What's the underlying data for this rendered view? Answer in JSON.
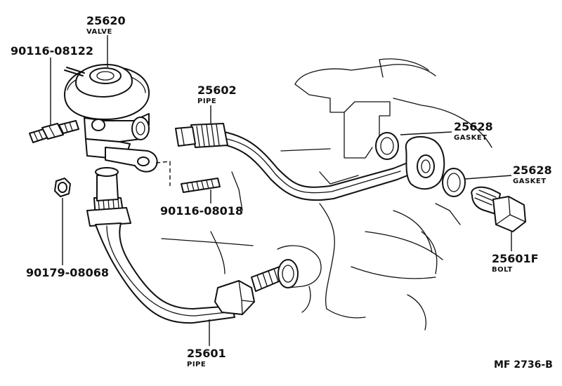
{
  "parts": [
    {
      "id": "valve",
      "number": "25620",
      "name": "VALVE"
    },
    {
      "id": "bolt-upper",
      "number": "90116-08122",
      "name": ""
    },
    {
      "id": "pipe-upper",
      "number": "25602",
      "name": "PIPE"
    },
    {
      "id": "gasket-inner",
      "number": "25628",
      "name": "GASKET"
    },
    {
      "id": "gasket-outer",
      "number": "25628",
      "name": "GASKET"
    },
    {
      "id": "stud",
      "number": "90116-08018",
      "name": ""
    },
    {
      "id": "nut",
      "number": "90179-08068",
      "name": ""
    },
    {
      "id": "union-bolt",
      "number": "25601F",
      "name": "BOLT"
    },
    {
      "id": "pipe-lower",
      "number": "25601",
      "name": "PIPE"
    }
  ],
  "figure_ref": "MF 2736-B"
}
